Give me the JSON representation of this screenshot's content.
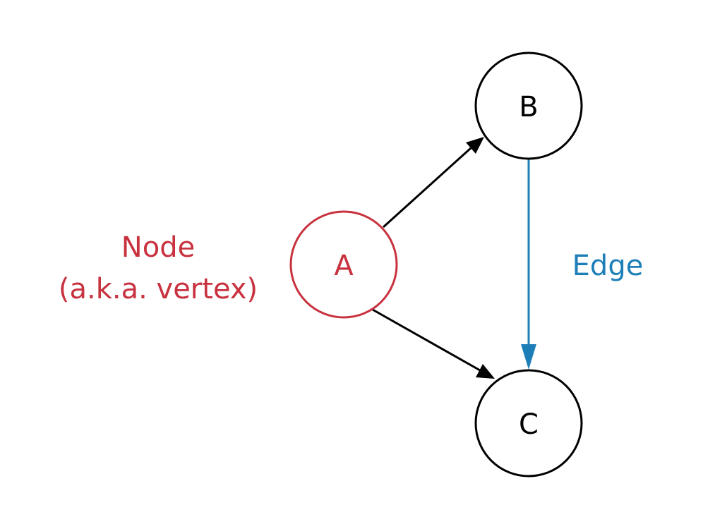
{
  "colors": {
    "highlight": "#c8323f",
    "edge_highlight": "#1e7fb8",
    "default": "#000000"
  },
  "nodes": {
    "a": {
      "label": "A"
    },
    "b": {
      "label": "B"
    },
    "c": {
      "label": "C"
    }
  },
  "edges": [
    {
      "from": "A",
      "to": "B"
    },
    {
      "from": "A",
      "to": "C"
    },
    {
      "from": "B",
      "to": "C"
    }
  ],
  "annotations": {
    "node_line1": "Node",
    "node_line2": "(a.k.a. vertex)",
    "edge": "Edge"
  }
}
